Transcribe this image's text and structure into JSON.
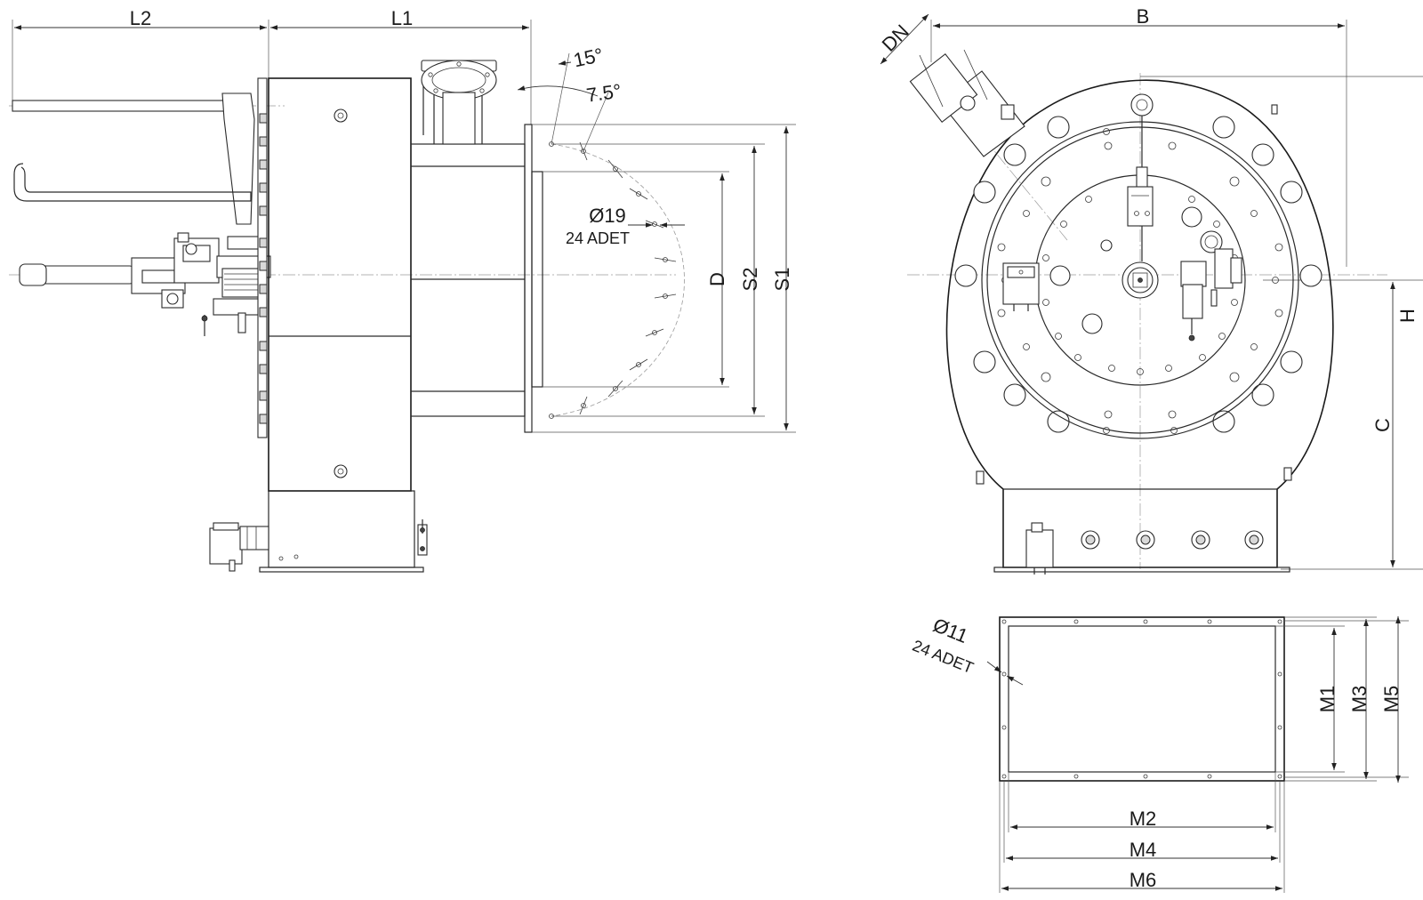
{
  "labels": {
    "L2": "L2",
    "L1": "L1",
    "angle15": "15°",
    "angle75": "7.5°",
    "phi19": "Ø19",
    "adet24a": "24 ADET",
    "D": "D",
    "S2": "S2",
    "S1": "S1",
    "DN": "DN",
    "B": "B",
    "H": "H",
    "C": "C",
    "phi11": "Ø11",
    "adet24b": "24 ADET",
    "M1": "M1",
    "M3": "M3",
    "M5": "M5",
    "M2": "M2",
    "M4": "M4",
    "M6": "M6"
  },
  "colors": {
    "line": "#2a2a2a",
    "centerline": "#9a9a9a",
    "background": "#ffffff"
  }
}
